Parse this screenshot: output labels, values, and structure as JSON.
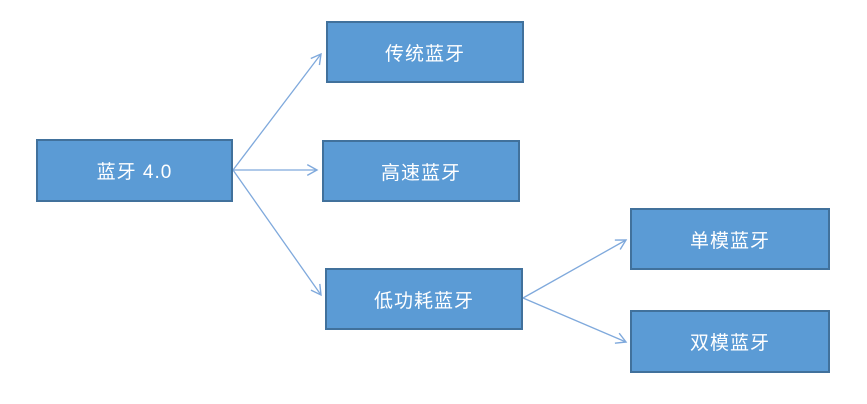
{
  "diagram": {
    "type": "tree",
    "background": "#FFFFFF",
    "nodes": [
      {
        "id": "bluetooth-4-0",
        "label": "蓝牙 4.0"
      },
      {
        "id": "classic-bluetooth",
        "label": "传统蓝牙"
      },
      {
        "id": "high-speed-bluetooth",
        "label": "高速蓝牙"
      },
      {
        "id": "low-energy-bluetooth",
        "label": "低功耗蓝牙"
      },
      {
        "id": "single-mode-bluetooth",
        "label": "单模蓝牙"
      },
      {
        "id": "dual-mode-bluetooth",
        "label": "双模蓝牙"
      }
    ],
    "edges": [
      {
        "from": "bluetooth-4-0",
        "to": "classic-bluetooth"
      },
      {
        "from": "bluetooth-4-0",
        "to": "high-speed-bluetooth"
      },
      {
        "from": "bluetooth-4-0",
        "to": "low-energy-bluetooth"
      },
      {
        "from": "low-energy-bluetooth",
        "to": "single-mode-bluetooth"
      },
      {
        "from": "low-energy-bluetooth",
        "to": "dual-mode-bluetooth"
      }
    ],
    "colors": {
      "node_fill": "#5B9BD5",
      "node_border": "#41719C",
      "node_text": "#FFFFFF",
      "connector": "#7FA9DC"
    }
  }
}
